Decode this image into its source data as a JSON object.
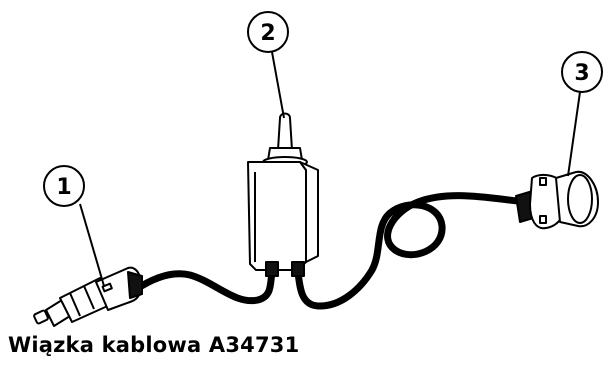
{
  "diagram": {
    "caption": "Wiązka kablowa A34731",
    "callouts": [
      {
        "label": "1",
        "part": "cigarette-lighter-plug"
      },
      {
        "label": "2",
        "part": "toggle-switch-box"
      },
      {
        "label": "3",
        "part": "lamp-socket"
      }
    ]
  }
}
